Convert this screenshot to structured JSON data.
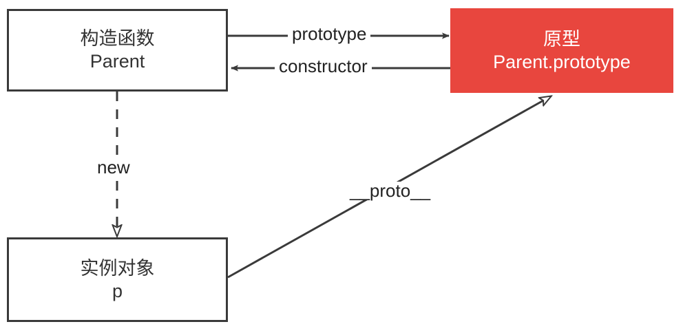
{
  "diagram": {
    "title": "JavaScript prototype relationship diagram",
    "colors": {
      "accent": "#E8463E",
      "box_stroke": "#3a3a3a",
      "line": "#3a3a3a",
      "text_dark": "#333333",
      "text_on_accent": "#ffffff",
      "background": "#ffffff"
    },
    "nodes": [
      {
        "id": "constructor",
        "line1": "构造函数",
        "line2": "Parent",
        "style": "plain"
      },
      {
        "id": "prototype",
        "line1": "原型",
        "line2": "Parent.prototype",
        "style": "accent"
      },
      {
        "id": "instance",
        "line1": "实例对象",
        "line2": "p",
        "style": "plain"
      }
    ],
    "edges": [
      {
        "id": "prototype-edge",
        "label": "prototype",
        "from": "constructor",
        "to": "prototype",
        "stroke": "solid",
        "arrowhead": "filled",
        "direction": "right"
      },
      {
        "id": "constructor-edge",
        "label": "constructor",
        "from": "prototype",
        "to": "constructor",
        "stroke": "solid",
        "arrowhead": "filled",
        "direction": "left"
      },
      {
        "id": "new-edge",
        "label": "new",
        "from": "constructor",
        "to": "instance",
        "stroke": "dashed",
        "arrowhead": "hollow",
        "direction": "down"
      },
      {
        "id": "proto-edge",
        "label": "__proto__",
        "from": "instance",
        "to": "prototype",
        "stroke": "solid",
        "arrowhead": "hollow",
        "direction": "up-right"
      }
    ]
  }
}
